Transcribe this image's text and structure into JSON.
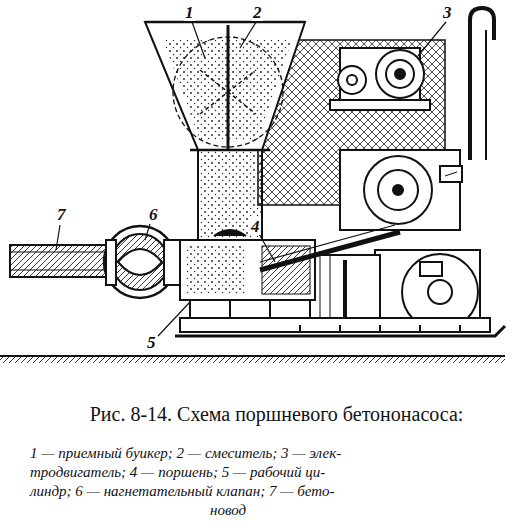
{
  "diagram": {
    "caption": "Рис. 8-14. Схема поршневого бетононасоса:",
    "labels": [
      "1",
      "2",
      "3",
      "4",
      "5",
      "6",
      "7",
      "1 — приемный буикер; 2 — смеситель; 3 — элек-",
      "тродвигатель; 4 — поршень; 5 — рабочий ци-",
      "линдр; 6 — нагнетательный клапан; 7 — бето-",
      "новод"
    ]
  }
}
